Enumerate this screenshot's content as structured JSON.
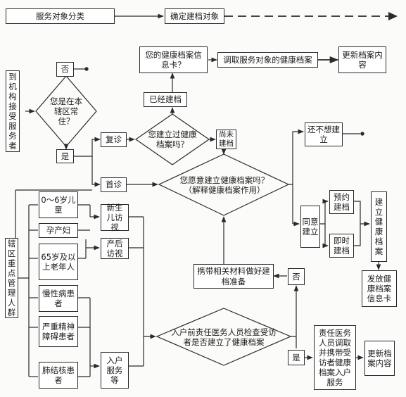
{
  "header": {
    "classify": "服务对象分类",
    "confirm": "确定建档对象"
  },
  "arrival": {
    "label": "到机构接受服务者",
    "question": "您是在本辖区常住？",
    "no": "否",
    "yes": "是"
  },
  "visit": {
    "return_visit": "复诊",
    "first_visit": "首诊"
  },
  "record_check": {
    "question": "您建立过健康档案吗？",
    "established": "已经建档",
    "not_established": "尚未建档",
    "card_question": "您的健康档案信息卡？",
    "retrieve": "调取服务对象的健康档案",
    "update": "更新档案内容"
  },
  "willing": {
    "question": "您愿意建立健康档案吗？（解释健康档案作用）",
    "not_yet": "还不想建立",
    "agree": "同意建立",
    "appointment": "预约建档",
    "immediate": "即时建档",
    "create": "建立健康档案",
    "issue_card": "发放健康档案信息卡"
  },
  "key_groups": {
    "label": "辖区重点管理人群",
    "items": [
      "0～6岁儿童",
      "孕产妇",
      "65岁及以上老年人",
      "慢性病患者",
      "严重精神障碍患者",
      "肺结核患者"
    ],
    "newborn_visit": "新生儿访视",
    "postpartum_visit": "产后访视",
    "home_service": "入户服务等"
  },
  "home_check": {
    "question": "入户前责任医务人员检查受访者是否建立了健康档案",
    "no": "否",
    "yes": "是",
    "prepare": "携带相关材料做好建档准备",
    "retrieve": "责任医务人员调取并携带受访者健康档案入户服务",
    "update": "更新档案内容"
  }
}
